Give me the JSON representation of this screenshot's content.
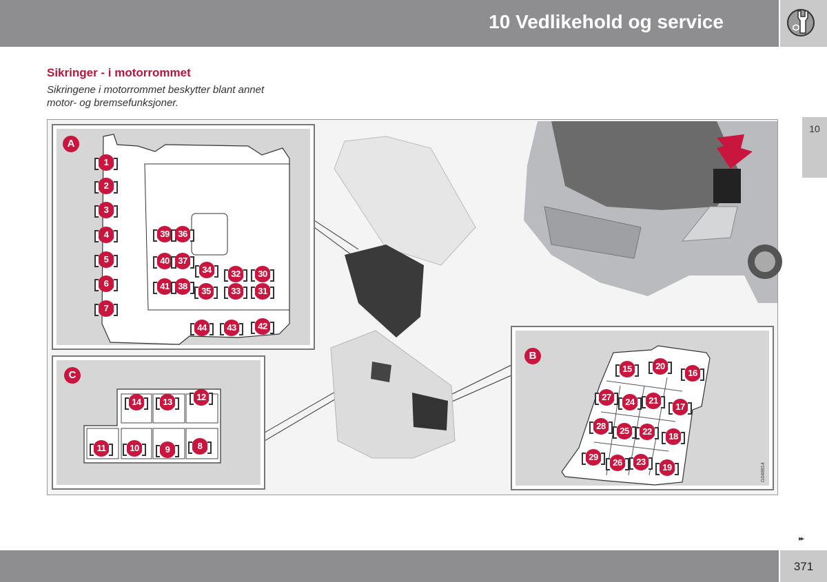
{
  "header": {
    "title": "10 Vedlikehold og service",
    "icon": "wrench-icon"
  },
  "side_tab": {
    "label": "10"
  },
  "section": {
    "heading": "Sikringer - i motorrommet",
    "intro": "Sikringene i motorrommet beskytter blant annet motor- og bremsefunksjoner."
  },
  "figure": {
    "code": "G048814",
    "panel_a": {
      "label": "A",
      "fuses": [
        "1",
        "2",
        "3",
        "4",
        "5",
        "6",
        "7",
        "39",
        "36",
        "40",
        "37",
        "41",
        "38",
        "34",
        "35",
        "32",
        "33",
        "30",
        "31",
        "44",
        "43",
        "42"
      ]
    },
    "panel_b": {
      "label": "B",
      "fuses": [
        "15",
        "20",
        "16",
        "27",
        "24",
        "21",
        "17",
        "28",
        "25",
        "22",
        "18",
        "29",
        "26",
        "23",
        "19"
      ]
    },
    "panel_c": {
      "label": "C",
      "fuses": [
        "14",
        "13",
        "12",
        "11",
        "10",
        "9",
        "8"
      ]
    }
  },
  "footer": {
    "page_number": "371",
    "continue_icon": "double-arrow-right-icon",
    "continue_glyph": "▸▸"
  },
  "colors": {
    "accent": "#c8163f",
    "header": "#8e8e90",
    "tab": "#c9c9c9"
  }
}
